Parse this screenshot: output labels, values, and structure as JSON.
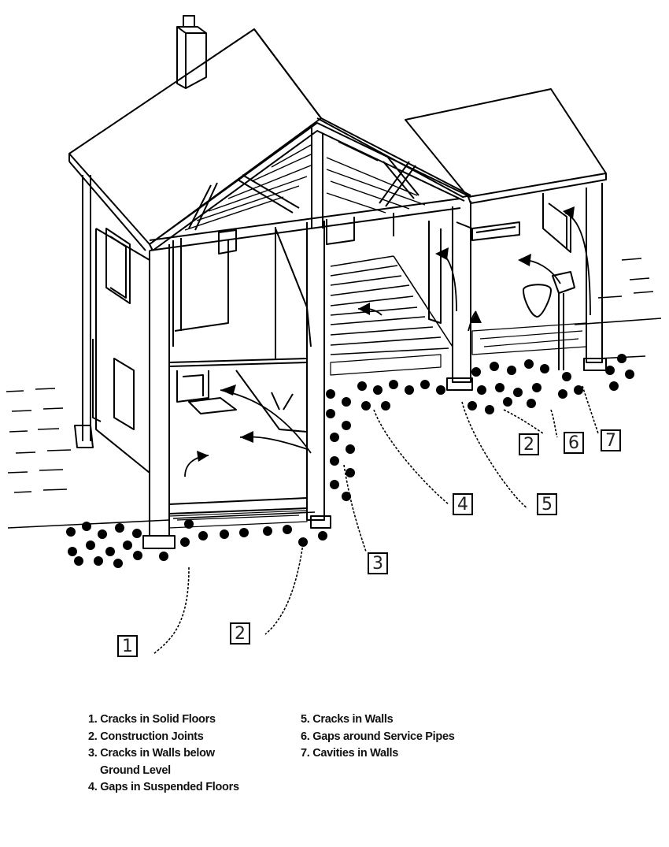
{
  "diagram": {
    "subject": "House cutaway showing radon entry points",
    "callouts": [
      {
        "id": "c1",
        "label": "1"
      },
      {
        "id": "c2a",
        "label": "2"
      },
      {
        "id": "c3",
        "label": "3"
      },
      {
        "id": "c4",
        "label": "4"
      },
      {
        "id": "c5",
        "label": "5"
      },
      {
        "id": "c2b",
        "label": "2"
      },
      {
        "id": "c6",
        "label": "6"
      },
      {
        "id": "c7",
        "label": "7"
      }
    ],
    "legend": {
      "left": [
        {
          "text": "1. Cracks in Solid Floors"
        },
        {
          "text": "2. Construction Joints"
        },
        {
          "text": "3. Cracks in Walls below"
        },
        {
          "text": "Ground Level"
        },
        {
          "text": "4. Gaps in Suspended Floors"
        }
      ],
      "right": [
        {
          "text": "5. Cracks in Walls"
        },
        {
          "text": "6. Gaps around Service Pipes"
        },
        {
          "text": "7. Cavities in Walls"
        }
      ]
    }
  }
}
